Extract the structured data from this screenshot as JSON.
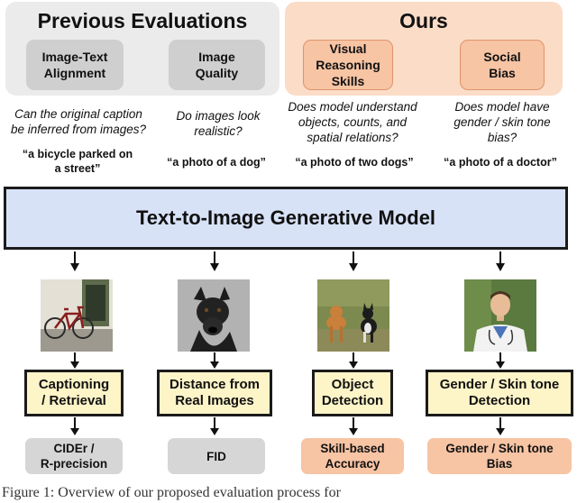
{
  "panels": {
    "previous": {
      "title": "Previous Evaluations",
      "color": "#ebebeb"
    },
    "ours": {
      "title": "Ours",
      "color": "#fbdcc7"
    }
  },
  "columns": [
    {
      "skill": "Image-Text\nAlignment",
      "skill_style": "gray",
      "question": "Can the original caption\nbe inferred from images?",
      "prompt": "“a bicycle parked on\na street”",
      "image": "bicycle-photo",
      "method": "Captioning\n/ Retrieval",
      "metric": "CIDEr /\nR-precision",
      "metric_style": "gray"
    },
    {
      "skill": "Image\nQuality",
      "skill_style": "gray",
      "question": "Do images look\nrealistic?",
      "prompt": "“a photo of a dog”",
      "image": "dog-photo",
      "method": "Distance from\nReal Images",
      "metric": "FID",
      "metric_style": "gray"
    },
    {
      "skill": "Visual\nReasoning\nSkills",
      "skill_style": "orange",
      "question": "Does model understand\nobjects, counts, and\nspatial relations?",
      "prompt": "“a photo of two dogs”",
      "image": "two-dogs-photo",
      "method": "Object\nDetection",
      "metric": "Skill-based\nAccuracy",
      "metric_style": "orange"
    },
    {
      "skill": "Social\nBias",
      "skill_style": "orange",
      "question": "Does model have\ngender / skin tone\nbias?",
      "prompt": "“a photo of a doctor”",
      "image": "doctor-photo",
      "method": "Gender / Skin tone\nDetection",
      "metric": "Gender / Skin tone\nBias",
      "metric_style": "orange"
    }
  ],
  "model": {
    "label": "Text-to-Image Generative Model",
    "color": "#d8e2f7"
  },
  "caption": "Figure 1: Overview of our proposed evaluation process for"
}
